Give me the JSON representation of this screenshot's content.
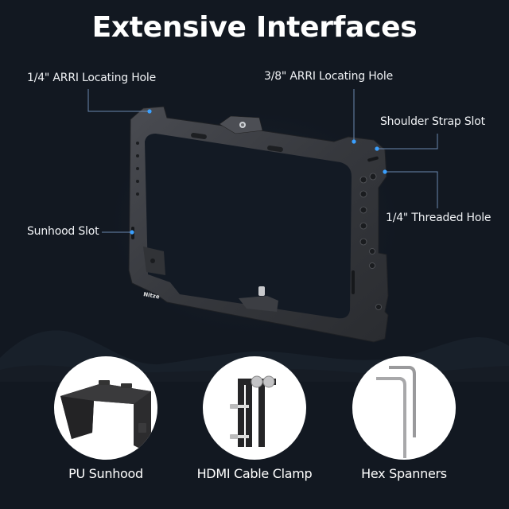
{
  "title": "Extensive Interfaces",
  "colors": {
    "background": "#121821",
    "accent_dot": "#3aa0ff",
    "leader_line": "#6a88b0",
    "cage_metal": "#3b3d42",
    "text": "#ffffff"
  },
  "product": {
    "name": "monitor-cage",
    "brand_mark": "Nitze"
  },
  "callouts": [
    {
      "id": "arri-quarter",
      "label": "1/4\" ARRI Locating Hole"
    },
    {
      "id": "arri-three-eighths",
      "label": "3/8\" ARRI Locating Hole"
    },
    {
      "id": "shoulder-strap",
      "label": "Shoulder Strap Slot"
    },
    {
      "id": "threaded-hole",
      "label": "1/4\" Threaded Hole"
    },
    {
      "id": "sunhood-slot",
      "label": "Sunhood Slot"
    }
  ],
  "accessories": [
    {
      "label": "PU Sunhood",
      "icon": "sunhood-icon"
    },
    {
      "label": "HDMI Cable Clamp",
      "icon": "cable-clamp-icon"
    },
    {
      "label": "Hex Spanners",
      "icon": "hex-key-icon"
    }
  ]
}
